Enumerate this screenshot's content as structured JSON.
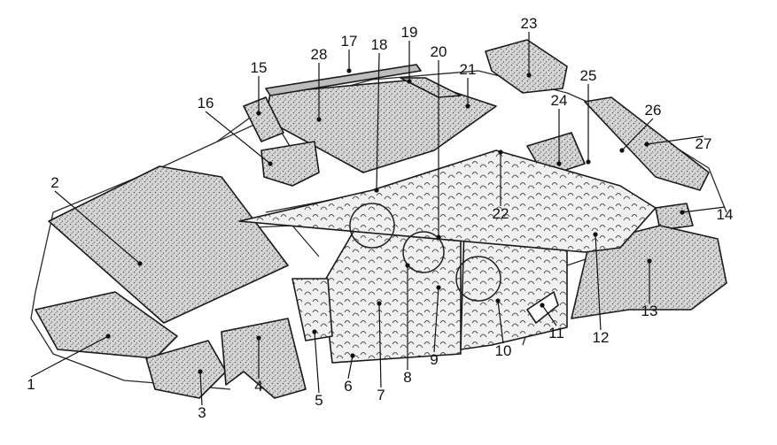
{
  "colors": {
    "ink": "#111111",
    "speckle_fill": "#cfcfcf",
    "mat_fill": "#e6e6e6",
    "background": "#ffffff"
  },
  "callouts": [
    {
      "id": "1",
      "label": "1"
    },
    {
      "id": "2",
      "label": "2"
    },
    {
      "id": "3",
      "label": "3"
    },
    {
      "id": "4",
      "label": "4"
    },
    {
      "id": "5",
      "label": "5"
    },
    {
      "id": "6",
      "label": "6"
    },
    {
      "id": "7",
      "label": "7"
    },
    {
      "id": "8",
      "label": "8"
    },
    {
      "id": "9",
      "label": "9"
    },
    {
      "id": "10",
      "label": "10"
    },
    {
      "id": "11",
      "label": "11"
    },
    {
      "id": "12",
      "label": "12"
    },
    {
      "id": "13",
      "label": "13"
    },
    {
      "id": "14",
      "label": "14"
    },
    {
      "id": "15",
      "label": "15"
    },
    {
      "id": "16",
      "label": "16"
    },
    {
      "id": "17",
      "label": "17"
    },
    {
      "id": "18",
      "label": "18"
    },
    {
      "id": "19",
      "label": "19"
    },
    {
      "id": "20",
      "label": "20"
    },
    {
      "id": "21",
      "label": "21"
    },
    {
      "id": "22",
      "label": "22"
    },
    {
      "id": "23",
      "label": "23"
    },
    {
      "id": "24",
      "label": "24"
    },
    {
      "id": "25",
      "label": "25"
    },
    {
      "id": "26",
      "label": "26"
    },
    {
      "id": "27",
      "label": "27"
    },
    {
      "id": "28",
      "label": "28"
    }
  ]
}
